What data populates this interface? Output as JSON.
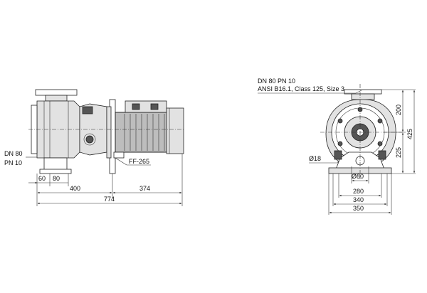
{
  "side_view": {
    "inlet_label": "DN 80",
    "inlet_pressure": "PN 10",
    "flange_label": "FF-265",
    "dims": {
      "d60": "60",
      "d80": "80",
      "d400": "400",
      "d374": "374",
      "d774": "774"
    }
  },
  "front_view": {
    "outlet_label": "DN 80 PN 10",
    "outlet_spec": "ANSI B16.1, Class 125, Size 3",
    "hole_label": "Ø18",
    "dims": {
      "d200": "200",
      "d425": "425",
      "d225": "225",
      "dia80": "Ø80",
      "d280": "280",
      "d340": "340",
      "d350": "350"
    }
  }
}
